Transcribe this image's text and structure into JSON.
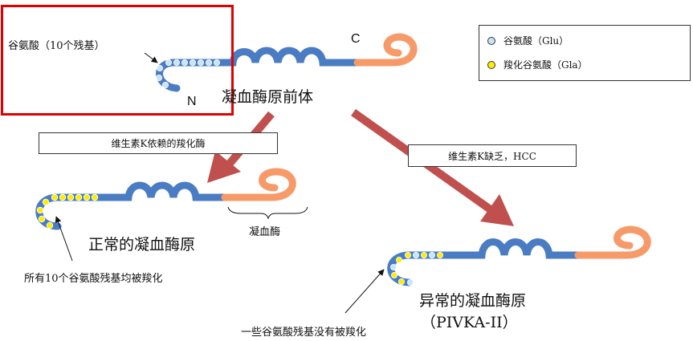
{
  "colors": {
    "backbone": "#4a7cc3",
    "c_terminal": "#f79a6a",
    "glu_dot": "#c9e4f5",
    "gla_dot": "#ffee00",
    "arrow": "#c0504d",
    "highlight": "#e00000"
  },
  "top": {
    "glu_label": "谷氨酸（10个残基）",
    "c_letter": "C",
    "n_letter": "N",
    "title": "凝血酶原前体"
  },
  "legend": {
    "glu": "谷氨酸（Glu）",
    "gla": "羧化谷氨酸（Gla）"
  },
  "boxes": {
    "left": "维生素K依赖的羧化酶",
    "right": "维生素K缺乏，HCC"
  },
  "normal": {
    "title": "正常的凝血酶原",
    "thrombin_label": "凝血酶",
    "note": "所有10个谷氨酸残基均被羧化"
  },
  "abnormal": {
    "title": "异常的凝血酶原",
    "subtitle": "（PIVKA-II）",
    "note": "一些谷氨酸残基没有被羧化"
  }
}
